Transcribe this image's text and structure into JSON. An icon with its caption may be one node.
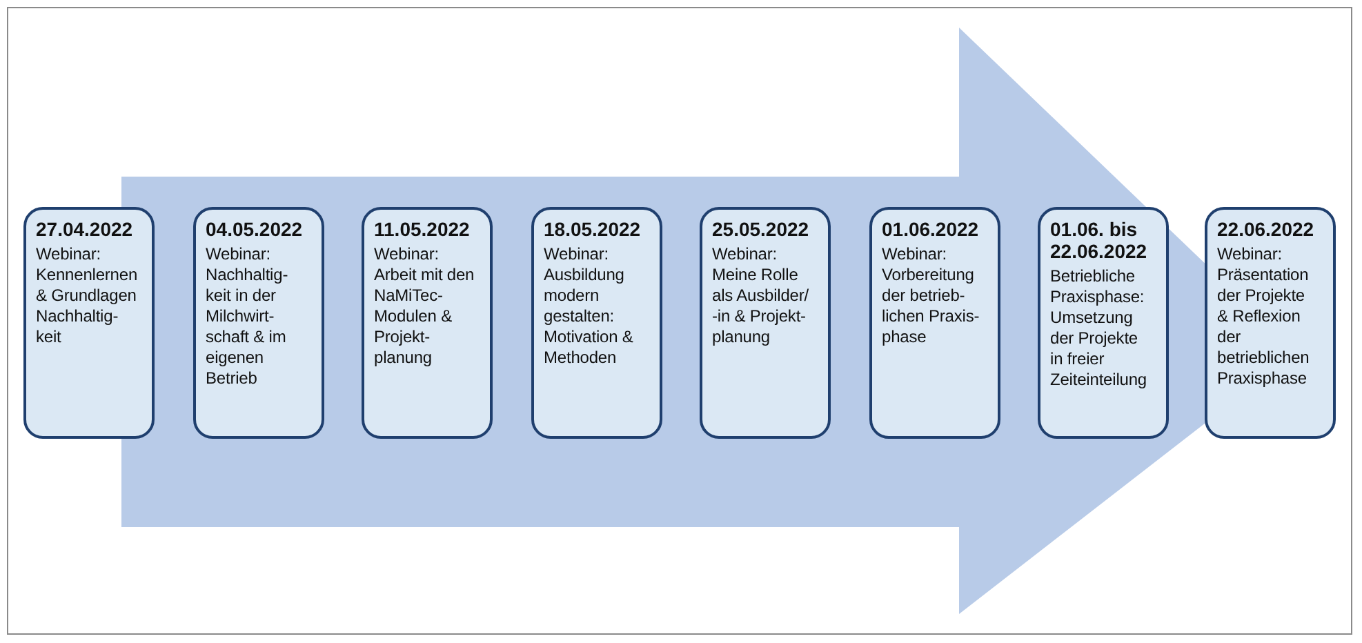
{
  "diagram": {
    "nodes": [
      {
        "text": [
          "27.04.2022",
          "Webinar: Kennenlernen & Grundlagen Nachhaltig- keit"
        ]
      },
      {
        "text": [
          "04.05.2022",
          "Webinar: Nachhaltig- keit in der Milchwirt- schaft & im eigenen Betrieb"
        ]
      },
      {
        "text": [
          "11.05.2022",
          "Webinar: Arbeit mit den NaMiTec- Modulen & Projekt- planung"
        ]
      },
      {
        "text": [
          "18.05.2022",
          "Webinar: Ausbildung modern gestalten: Motivation & Methoden"
        ]
      },
      {
        "text": [
          "25.05.2022",
          "Webinar: Meine Rolle als Ausbilder/ -in & Projekt- planung"
        ]
      },
      {
        "text": [
          "01.06.2022",
          "Webinar: Vorbereitung der betrieb- lichen Praxis- phase"
        ]
      },
      {
        "text": [
          "01.06. bis 22.06.2022",
          "Betriebliche Praxisphase: Umsetzung der Projekte in freier Zeiteinteilung"
        ]
      },
      {
        "text": [
          "22.06.2022",
          "Webinar: Präsentation der Projekte & Reflexion der betrieblichen Praxisphase"
        ]
      }
    ],
    "edges": [
      {
        "from": 0,
        "to": 7,
        "arrow": "to"
      }
    ]
  }
}
